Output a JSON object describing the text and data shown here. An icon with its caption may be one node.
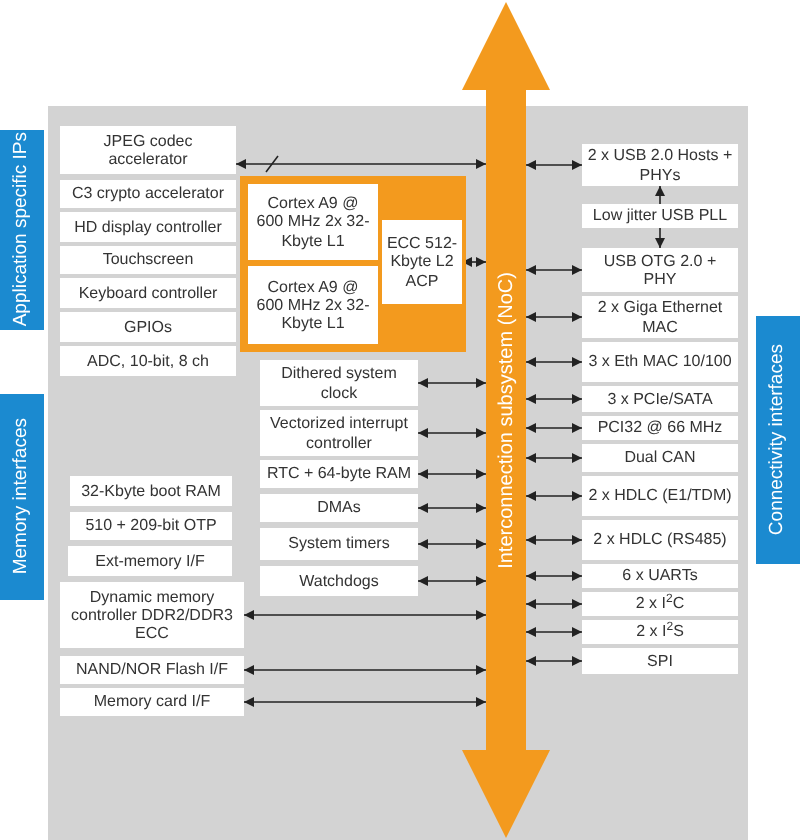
{
  "diagram": {
    "nodes": [
      {
        "text": [
          "Application specific IPs"
        ]
      },
      {
        "text": [
          "Memory interfaces"
        ]
      },
      {
        "text": [
          "Connectivity interfaces"
        ]
      },
      {
        "text": [
          "Interconnection subsystem (NoC)"
        ]
      },
      {
        "text": [
          "JPEG codec accelerator"
        ]
      },
      {
        "text": [
          "C3 crypto accelerator"
        ]
      },
      {
        "text": [
          "HD display controller"
        ]
      },
      {
        "text": [
          "Touchscreen"
        ]
      },
      {
        "text": [
          "Keyboard controller"
        ]
      },
      {
        "text": [
          "GPIOs"
        ]
      },
      {
        "text": [
          "ADC, 10-bit, 8 ch"
        ]
      },
      {
        "text": [],
        "shape": "box"
      },
      {
        "text": [
          "Cortex A9 @ 600 MHz 2x 32-Kbyte L1"
        ],
        "in": 11
      },
      {
        "text": [
          "Cortex A9 @ 600 MHz 2x 32-Kbyte L1"
        ],
        "in": 11
      },
      {
        "text": [
          "ECC 512-Kbyte L2 ACP"
        ],
        "in": 11
      },
      {
        "text": [
          "Dithered system clock"
        ]
      },
      {
        "text": [
          "Vectorized interrupt controller"
        ]
      },
      {
        "text": [
          "RTC + 64-byte RAM"
        ]
      },
      {
        "text": [
          "DMAs"
        ]
      },
      {
        "text": [
          "System timers"
        ]
      },
      {
        "text": [
          "Watchdogs"
        ]
      },
      {
        "text": [
          "32-Kbyte boot RAM"
        ]
      },
      {
        "text": [
          "510 + 209-bit OTP"
        ]
      },
      {
        "text": [
          "Ext-memory I/F"
        ]
      },
      {
        "text": [
          "Dynamic memory controller DDR2/DDR3 ECC"
        ]
      },
      {
        "text": [
          "NAND/NOR Flash I/F"
        ]
      },
      {
        "text": [
          "Memory card I/F"
        ]
      },
      {
        "text": [
          "2 x USB 2.0 Hosts + PHYs"
        ]
      },
      {
        "text": [
          "Low jitter USB PLL"
        ]
      },
      {
        "text": [
          "USB OTG 2.0 + PHY"
        ]
      },
      {
        "text": [
          "2 x Giga Ethernet MAC"
        ]
      },
      {
        "text": [
          "3 x Eth MAC 10/100"
        ]
      },
      {
        "text": [
          "3 x PCIe/SATA"
        ]
      },
      {
        "text": [
          "PCI32 @ 66 MHz"
        ]
      },
      {
        "text": [
          "Dual CAN"
        ]
      },
      {
        "text": [
          "2 x HDLC (E1/TDM)"
        ]
      },
      {
        "text": [
          "2 x HDLC (RS485)"
        ]
      },
      {
        "text": [
          "6 x UARTs"
        ]
      },
      {
        "text": [
          "2 x I$^{2}$C"
        ]
      },
      {
        "text": [
          "2 x I$^{2}$S"
        ]
      },
      {
        "text": [
          "SPI"
        ]
      }
    ],
    "edges": [
      {
        "from": 4,
        "to": 3,
        "arrow": "both"
      },
      {
        "from": 14,
        "to": 3,
        "arrow": "both"
      },
      {
        "from": 15,
        "to": 3,
        "arrow": "both"
      },
      {
        "from": 16,
        "to": 3,
        "arrow": "both"
      },
      {
        "from": 17,
        "to": 3,
        "arrow": "both"
      },
      {
        "from": 18,
        "to": 3,
        "arrow": "both"
      },
      {
        "from": 19,
        "to": 3,
        "arrow": "both"
      },
      {
        "from": 20,
        "to": 3,
        "arrow": "both"
      },
      {
        "from": 24,
        "to": 3,
        "arrow": "both"
      },
      {
        "from": 25,
        "to": 3,
        "arrow": "both"
      },
      {
        "from": 26,
        "to": 3,
        "arrow": "both"
      },
      {
        "from": 27,
        "to": 3,
        "arrow": "both"
      },
      {
        "from": 28,
        "to": 27,
        "arrow": "to"
      },
      {
        "from": 28,
        "to": 29,
        "arrow": "to"
      },
      {
        "from": 29,
        "to": 3,
        "arrow": "both"
      },
      {
        "from": 30,
        "to": 3,
        "arrow": "both"
      },
      {
        "from": 31,
        "to": 3,
        "arrow": "both"
      },
      {
        "from": 32,
        "to": 3,
        "arrow": "both"
      },
      {
        "from": 33,
        "to": 3,
        "arrow": "both"
      },
      {
        "from": 34,
        "to": 3,
        "arrow": "both"
      },
      {
        "from": 35,
        "to": 3,
        "arrow": "both"
      },
      {
        "from": 36,
        "to": 3,
        "arrow": "both"
      },
      {
        "from": 37,
        "to": 3,
        "arrow": "both"
      },
      {
        "from": 38,
        "to": 3,
        "arrow": "both"
      },
      {
        "from": 39,
        "to": 3,
        "arrow": "both"
      },
      {
        "from": 40,
        "to": 3,
        "arrow": "both"
      }
    ]
  }
}
